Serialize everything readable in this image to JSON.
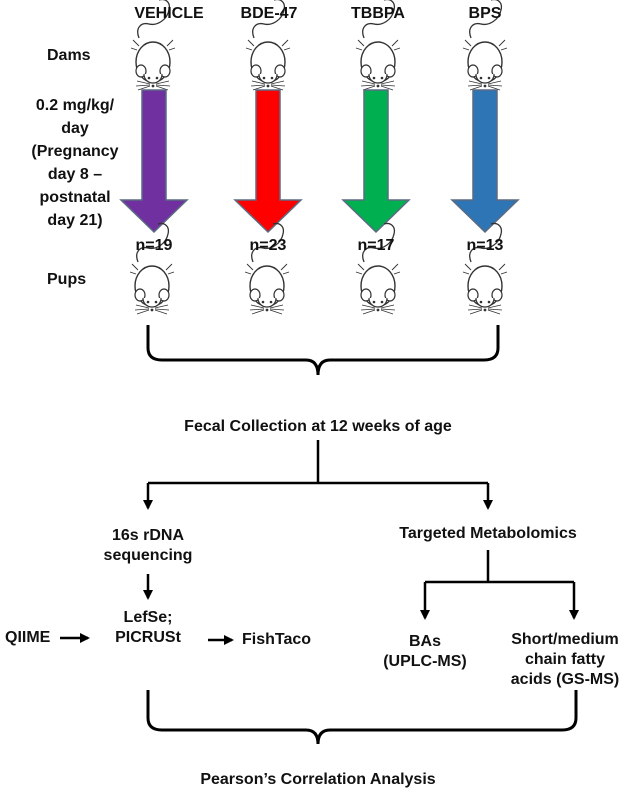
{
  "groups": [
    {
      "label": "VEHICLE",
      "n": "n=19",
      "color": "#7030a0"
    },
    {
      "label": "BDE-47",
      "n": "n=23",
      "color": "#ff0000"
    },
    {
      "label": "TBBPA",
      "n": "n=17",
      "color": "#00b050"
    },
    {
      "label": "BPS",
      "n": "n=13",
      "color": "#2e75b6"
    }
  ],
  "labels": {
    "dams": "Dams",
    "dose_lines": [
      "0.2 mg/kg/",
      "day",
      "(Pregnancy",
      "day 8 –",
      "postnatal",
      "day 21)"
    ],
    "pups": "Pups",
    "fecal": "Fecal Collection at 12 weeks of age",
    "seq_lines": [
      "16s rDNA",
      "sequencing"
    ],
    "metab": "Targeted Metabolomics",
    "lefse_lines": [
      "LefSe;",
      "PICRUSt"
    ],
    "qiime": "QIIME",
    "fishtaco": "FishTaco",
    "bas_lines": [
      "BAs",
      "(UPLC-MS)"
    ],
    "scfa_lines": [
      "Short/medium",
      "chain fatty",
      "acids (GS-MS)"
    ],
    "pearson": "Pearson’s Correlation Analysis"
  },
  "icons": {
    "dam": "mouse-icon",
    "pup": "mouse-icon"
  }
}
